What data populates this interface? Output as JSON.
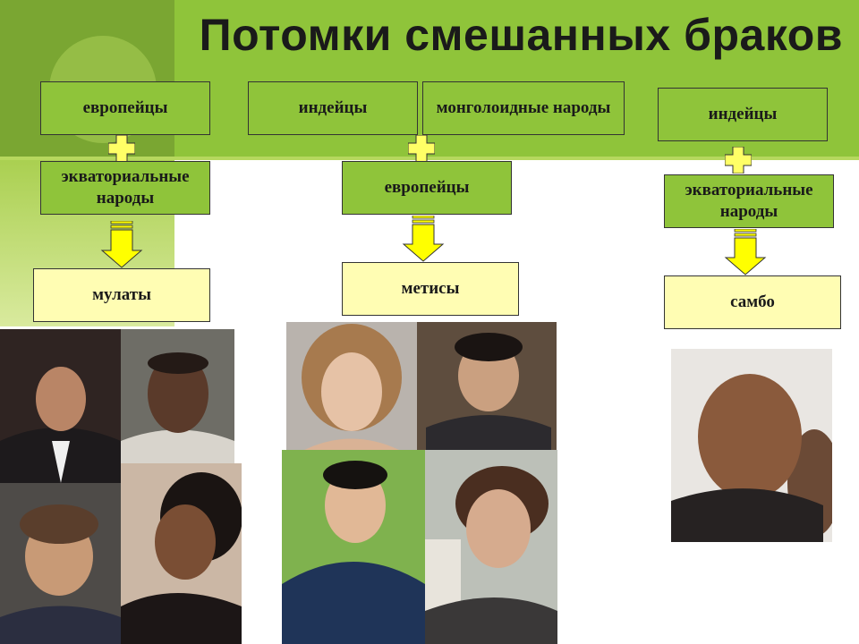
{
  "title": "Потомки смешанных браков",
  "groups": [
    {
      "parents": [
        "европейцы",
        "экваториальные народы"
      ],
      "result": "мулаты"
    },
    {
      "parents": [
        "индейцы",
        "монголоидные народы",
        "европейцы"
      ],
      "result": "метисы"
    },
    {
      "parents": [
        "индейцы",
        "экваториальные народы"
      ],
      "result": "самбо"
    }
  ],
  "colors": {
    "green": "#8fc43a",
    "yellow_box": "#fffdb3",
    "arrow": "#ffff00"
  }
}
